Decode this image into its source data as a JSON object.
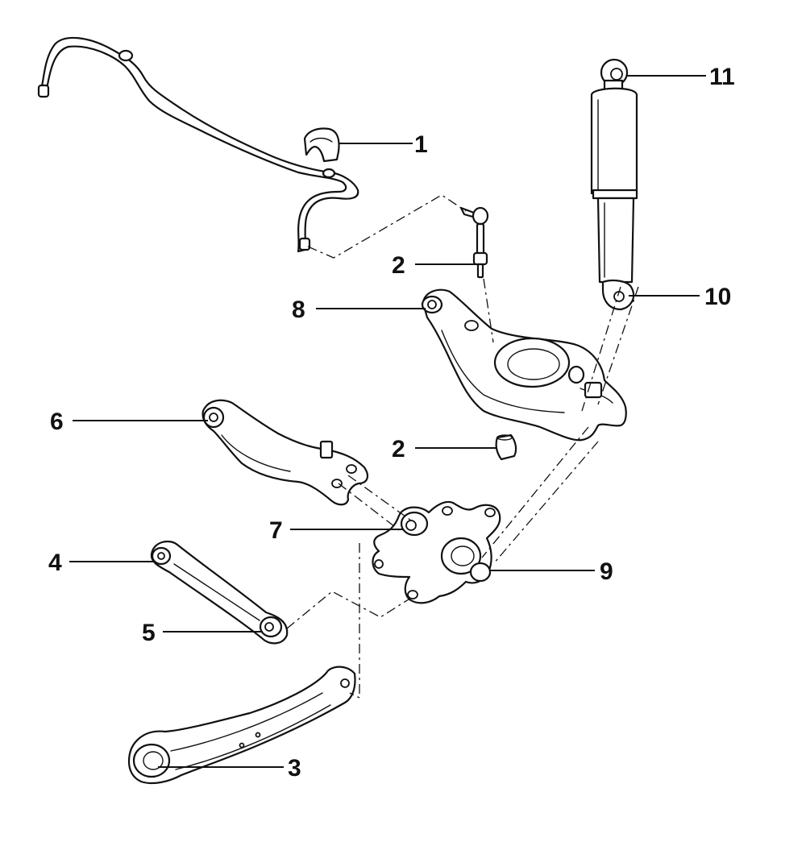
{
  "callouts": [
    {
      "id": "1",
      "label": "1"
    },
    {
      "id": "2a",
      "label": "2"
    },
    {
      "id": "2b",
      "label": "2"
    },
    {
      "id": "3",
      "label": "3"
    },
    {
      "id": "4",
      "label": "4"
    },
    {
      "id": "5",
      "label": "5"
    },
    {
      "id": "6",
      "label": "6"
    },
    {
      "id": "7",
      "label": "7"
    },
    {
      "id": "8",
      "label": "8"
    },
    {
      "id": "9",
      "label": "9"
    },
    {
      "id": "10",
      "label": "10"
    },
    {
      "id": "11",
      "label": "11"
    }
  ],
  "colors": {
    "ink": "#111111",
    "paper": "#ffffff"
  }
}
